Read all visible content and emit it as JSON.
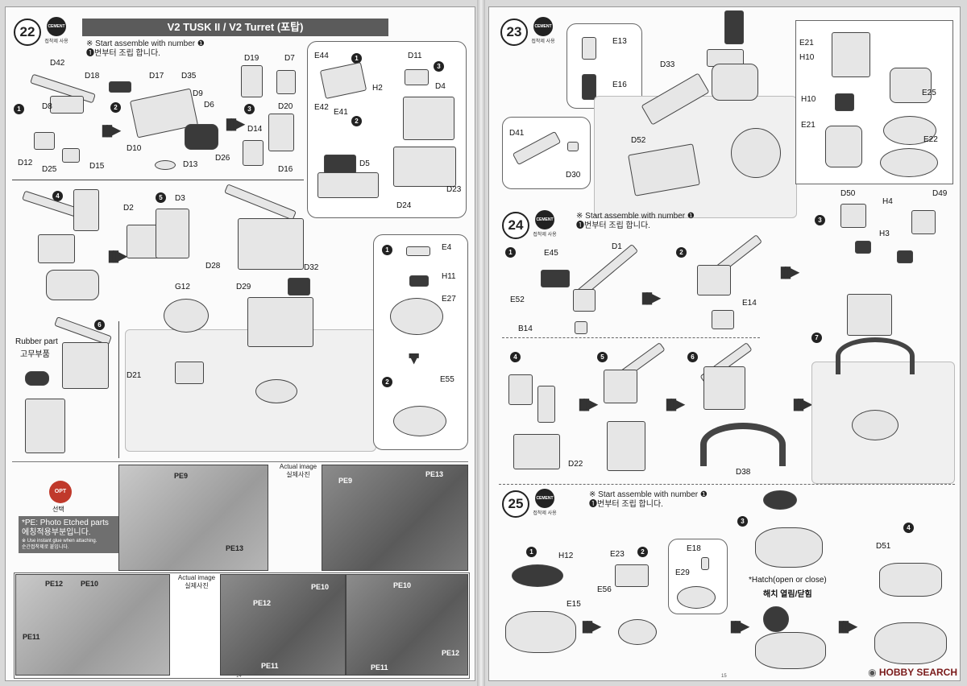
{
  "left_page": {
    "page_number": "14",
    "step22": {
      "number": "22",
      "cement_label": "CEMENT",
      "cement_caption": "접착제 사용",
      "title": "V2 TUSK II / V2 Turret (포탑)",
      "note_en": "※ Start assemble with number ❶",
      "note_ko": "❶번부터 조립 합니다.",
      "labels": [
        "D42",
        "D18",
        "D17",
        "D35",
        "D9",
        "D6",
        "D8",
        "D10",
        "D12",
        "D25",
        "D15",
        "D13",
        "D19",
        "D7",
        "D20",
        "D14",
        "D26",
        "D16",
        "D2",
        "D3",
        "D11",
        "D4",
        "E44",
        "H2",
        "E42",
        "E41",
        "D5",
        "D24",
        "D23",
        "E4",
        "H11",
        "E27",
        "E55",
        "G12",
        "D28",
        "D29",
        "D32",
        "D21"
      ],
      "rubber_part_en": "Rubber part",
      "rubber_part_ko": "고무부품",
      "substeps": [
        "1",
        "2",
        "3",
        "4",
        "5",
        "6"
      ]
    },
    "optional": {
      "badge_top": "OPT",
      "badge_caption": "선택",
      "pe_note_en": "*PE: Photo Etched parts",
      "pe_note_ko": "에칭적용부분입니다.",
      "pe_note_small_en": "※ Use instant glue when attaching.",
      "pe_note_small_ko": "순간접착제로 붙입니다.",
      "actual_image_en": "Actual image",
      "actual_image_ko": "실제사진",
      "photo_labels": [
        "PE9",
        "PE13",
        "PE9",
        "PE13",
        "PE12",
        "PE10",
        "PE11",
        "PE12",
        "PE10",
        "PE11",
        "PE10",
        "PE12",
        "PE11"
      ]
    }
  },
  "right_page": {
    "page_number": "15",
    "step23": {
      "number": "23",
      "cement_label": "CEMENT",
      "cement_caption": "접착제 사용",
      "labels": [
        "E13",
        "E16",
        "D33",
        "D41",
        "D30",
        "D52",
        "E21",
        "H10",
        "H10",
        "E21",
        "E25",
        "E22"
      ]
    },
    "step24": {
      "number": "24",
      "cement_label": "CEMENT",
      "cement_caption": "접착제 사용",
      "note_en": "※ Start assemble with number ❶",
      "note_ko": "❶번부터 조립 합니다.",
      "labels": [
        "E45",
        "D1",
        "E52",
        "B14",
        "E14",
        "D50",
        "H4",
        "D49",
        "H3",
        "D22",
        "D38"
      ],
      "substeps": [
        "1",
        "2",
        "3",
        "4",
        "5",
        "6",
        "7"
      ]
    },
    "step25": {
      "number": "25",
      "cement_label": "CEMENT",
      "cement_caption": "접착제 사용",
      "note_en": "※ Start assemble with number ❶",
      "note_ko": "❶번부터 조립 합니다.",
      "labels": [
        "H12",
        "E15",
        "E23",
        "E56",
        "E18",
        "E29",
        "D51"
      ],
      "hatch_en": "*Hatch(open or close)",
      "hatch_ko": "해치 열림/닫힘",
      "substeps": [
        "1",
        "2",
        "3",
        "4"
      ]
    },
    "watermark": "HOBBY SEARCH"
  }
}
